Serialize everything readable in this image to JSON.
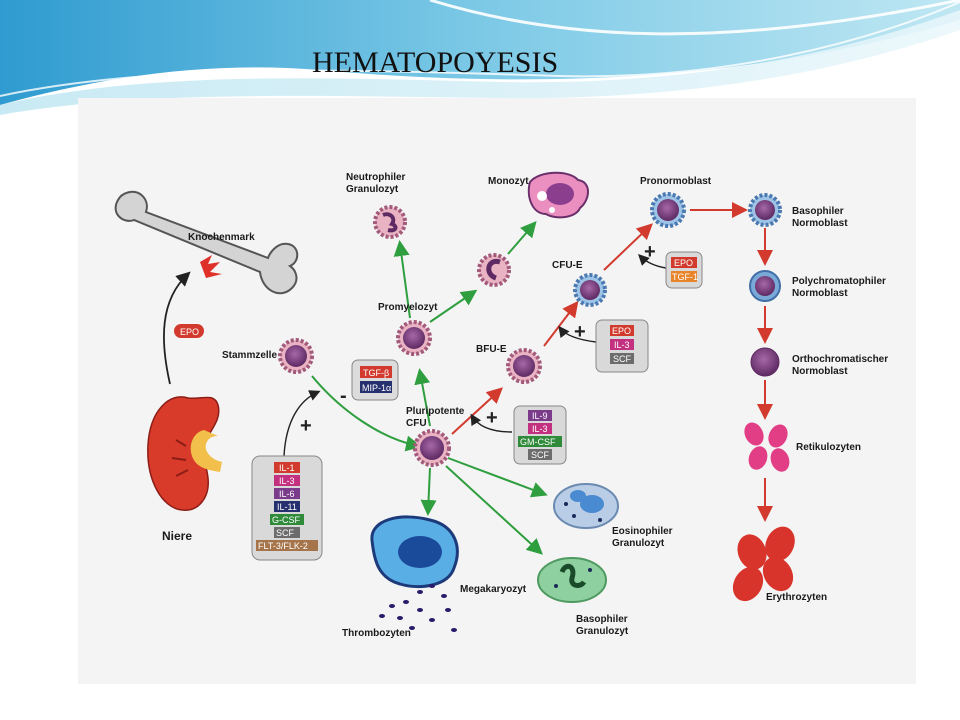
{
  "title": "HEMATOPOYESIS",
  "colors": {
    "arrow_green": "#2e9e3e",
    "arrow_red": "#d23a2e",
    "arrow_black": "#222222",
    "panel": "#f4f4f4",
    "cell_purple": "#8a4a8a"
  },
  "labels": {
    "bone": "Knochenmark",
    "kidney": "Niere",
    "epo_top": "EPO",
    "stem": "Stammzelle",
    "pluri1": "Pluripotente",
    "pluri2": "CFU",
    "promyelo": "Promyelozyt",
    "neutro1": "Neutrophiler",
    "neutro2": "Granulozyt",
    "mono": "Monozyt",
    "bfu": "BFU-E",
    "cfue": "CFU-E",
    "pronorm": "Pronormoblast",
    "baso_n1": "Basophiler",
    "baso_n2": "Normoblast",
    "poly1": "Polychromatophiler",
    "poly2": "Normoblast",
    "ortho1": "Orthochromatischer",
    "ortho2": "Normoblast",
    "retic": "Retikulozyten",
    "ery": "Erythrozyten",
    "eos1": "Eosinophiler",
    "eos2": "Granulozyt",
    "baso_g1": "Basophiler",
    "baso_g2": "Granulozyt",
    "mega": "Megakaryozyt",
    "thrombo": "Thrombozyten",
    "plus": "+",
    "minus": "-"
  },
  "factors": {
    "tgf_mip": [
      "TGF-β",
      "MIP-1α"
    ],
    "stem_factors": [
      "IL-1",
      "IL-3",
      "IL-6",
      "IL-11",
      "G-CSF",
      "SCF",
      "FLT-3/FLK-2"
    ],
    "pluri_factors": [
      "IL-9",
      "IL-3",
      "GM-CSF",
      "SCF"
    ],
    "bfu_factors": [
      "EPO",
      "IL-3",
      "SCF"
    ],
    "cfue_factors": [
      "EPO",
      "TGF-1"
    ]
  }
}
